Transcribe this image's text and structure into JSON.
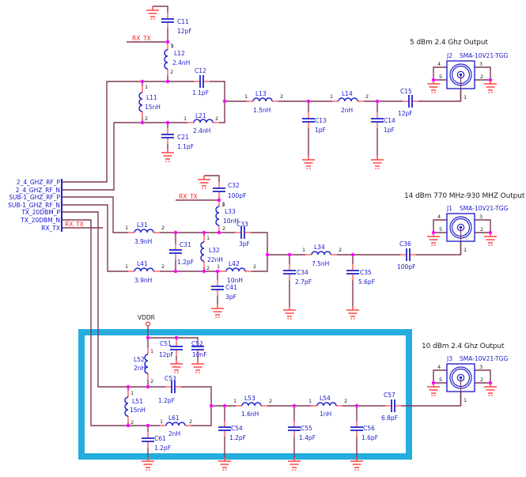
{
  "schematic": {
    "ports": {
      "list": [
        "2_4_GHZ_RF_P",
        "2_4_GHZ_RF_N",
        "SUB-1_GHZ_RF_P",
        "SUB-1_GHZ_RF_N",
        "TX_20DBM_P",
        "TX_20DBM_N",
        "RX_TX"
      ]
    },
    "net_labels": {
      "rx_tx": "RX_TX"
    },
    "power": {
      "vddr": "VDDR"
    },
    "pin_numbers": {
      "p1": "1",
      "p2": "2",
      "p3": "3",
      "p4": "4",
      "p5": "5"
    },
    "sections": {
      "top": {
        "title": "5 dBm 2.4 Ghz Output",
        "connector": {
          "ref": "J2",
          "part": "SMA-10V21-TGG"
        }
      },
      "middle": {
        "title": "14 dBm 770 MHz-930 MHZ Output",
        "connector": {
          "ref": "J1",
          "part": "SMA-10V21-TGG"
        }
      },
      "bottom": {
        "title": "10 dBm 2.4 Ghz Output",
        "connector": {
          "ref": "J3",
          "part": "SMA-10V21-TGG"
        }
      }
    },
    "components": {
      "C11": {
        "ref": "C11",
        "value": "12pF"
      },
      "L12": {
        "ref": "L12",
        "value": "2.4nH"
      },
      "L11": {
        "ref": "L11",
        "value": "15nH"
      },
      "C12": {
        "ref": "C12",
        "value": "1.1pF"
      },
      "L21": {
        "ref": "L21",
        "value": "2.4nH"
      },
      "C21": {
        "ref": "C21",
        "value": "1.1pF"
      },
      "L13": {
        "ref": "L13",
        "value": "1.5nH"
      },
      "C13": {
        "ref": "C13",
        "value": "1pF"
      },
      "L14": {
        "ref": "L14",
        "value": "2nH"
      },
      "C14": {
        "ref": "C14",
        "value": "1pF"
      },
      "C15": {
        "ref": "C15",
        "value": "12pF"
      },
      "C32": {
        "ref": "C32",
        "value": "100pF"
      },
      "L33": {
        "ref": "L33",
        "value": "10nH"
      },
      "C33": {
        "ref": "C33",
        "value": "3pF"
      },
      "L31": {
        "ref": "L31",
        "value": "3.9nH"
      },
      "C31": {
        "ref": "C31",
        "value": "1.2pF"
      },
      "L32": {
        "ref": "L32",
        "value": "22nH"
      },
      "L41": {
        "ref": "L41",
        "value": "3.9nH"
      },
      "L42": {
        "ref": "L42",
        "value": "10nH"
      },
      "C41": {
        "ref": "C41",
        "value": "3pF"
      },
      "L34": {
        "ref": "L34",
        "value": "7.5nH"
      },
      "C34": {
        "ref": "C34",
        "value": "2.7pF"
      },
      "C35": {
        "ref": "C35",
        "value": "5.6pF"
      },
      "C36": {
        "ref": "C36",
        "value": "100pF"
      },
      "C51": {
        "ref": "C51",
        "value": "12pF"
      },
      "C52": {
        "ref": "C52",
        "value": "10nF"
      },
      "L52": {
        "ref": "L52",
        "value": "2nH"
      },
      "C53": {
        "ref": "C53",
        "value": "1.2pF"
      },
      "L51": {
        "ref": "L51",
        "value": "15nH"
      },
      "L61": {
        "ref": "L61",
        "value": "2nH"
      },
      "C61": {
        "ref": "C61",
        "value": "1.2pF"
      },
      "L53": {
        "ref": "L53",
        "value": "1.6nH"
      },
      "C54": {
        "ref": "C54",
        "value": "1.2pF"
      },
      "L54": {
        "ref": "L54",
        "value": "1nH"
      },
      "C55": {
        "ref": "C55",
        "value": "1.4pF"
      },
      "C56": {
        "ref": "C56",
        "value": "1.6pF"
      },
      "C57": {
        "ref": "C57",
        "value": "6.8pF"
      }
    },
    "colors": {
      "wire": "#7e3a55",
      "symbol": "#2424cc",
      "pin_lead": "#ff5a5a",
      "ground": "#ff4444",
      "junction": "#ff00ff",
      "net_label": "#ff2222",
      "port_text": "#1414cc",
      "label_text": "#1a1acd",
      "title_text": "#1c1c1c",
      "highlight": "#25addd",
      "background": "#ffffff"
    }
  }
}
